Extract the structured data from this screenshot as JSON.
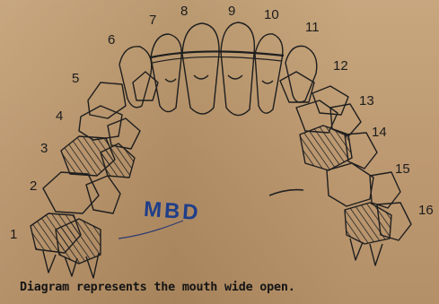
{
  "tooth_numbers": [
    "1",
    "2",
    "3",
    "4",
    "5",
    "6",
    "7",
    "8",
    "9",
    "10",
    "11",
    "12",
    "13",
    "14",
    "15",
    "16"
  ],
  "annotation": "MBD",
  "caption": "Diagram represents the mouth wide open.",
  "colors": {
    "paper": "#c09c72",
    "ink": "#1c1c1c",
    "pen": "#1f3e8a"
  }
}
